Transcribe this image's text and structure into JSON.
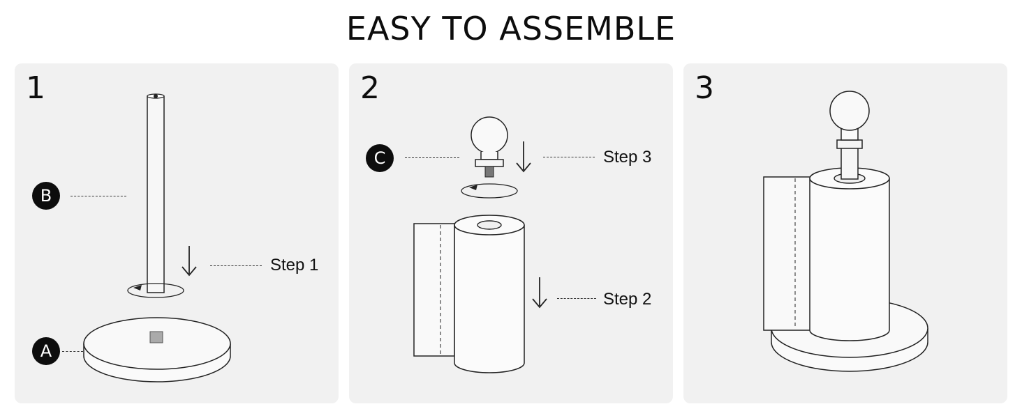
{
  "title": "EASY TO ASSEMBLE",
  "panels": [
    {
      "number": "1",
      "labels": [
        "B",
        "A"
      ],
      "steps": [
        "Step 1"
      ]
    },
    {
      "number": "2",
      "labels": [
        "C"
      ],
      "steps": [
        "Step 3",
        "Step 2"
      ]
    },
    {
      "number": "3",
      "labels": [],
      "steps": []
    }
  ]
}
